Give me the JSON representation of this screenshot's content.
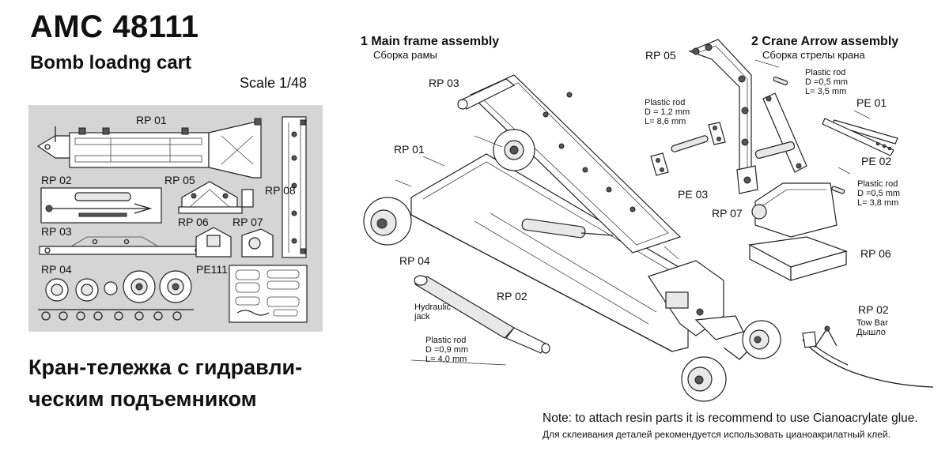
{
  "header": {
    "code": "AMC 48111",
    "product": "Bomb loadng cart",
    "scale": "Scale 1/48"
  },
  "sprue": {
    "labels": [
      "RP 01",
      "RP 02",
      "RP 05",
      "RP 08",
      "RP 03",
      "RP 06",
      "RP 07",
      "PE111",
      "RP 04"
    ]
  },
  "russian_title": {
    "line1": "Кран-тележка  с  гидравли-",
    "line2": "ческим подъемником"
  },
  "sections": {
    "main_frame": {
      "title": "1 Main frame assembly",
      "subtitle": "Сборка рамы"
    },
    "crane_arrow": {
      "title": "2 Crane Arrow assembly",
      "subtitle": "Сборка стрелы крана"
    }
  },
  "callouts": {
    "rp03": "RP 03",
    "rp01": "RP 01",
    "rp04": "RP 04",
    "rp02": "RP 02",
    "rp05": "RP 05",
    "pe03": "PE 03",
    "rp07": "RP 07",
    "pe01": "PE 01",
    "pe02": "PE 02",
    "rp06": "RP 06",
    "rp02_towbar": "RP 02"
  },
  "annotations": {
    "hydraulic_jack": [
      "Hydraulic",
      "jack"
    ],
    "rod_09": [
      "Plastic rod",
      "D =0,9 mm",
      "L= 4,0 mm"
    ],
    "rod_12": [
      "Plastic rod",
      "D = 1,2 mm",
      "L= 8,6 mm"
    ],
    "rod_05_35": [
      "Plastic rod",
      "D =0,5 mm",
      "L= 3,5 mm"
    ],
    "rod_05_38": [
      "Plastic rod",
      "D =0,5 mm",
      "L= 3,8 mm"
    ],
    "tow_bar": [
      "Tow Bar",
      "Дышло"
    ]
  },
  "notes": {
    "en": "Note: to attach resin parts it is recommend to use Cianoacrylate glue.",
    "ru": "Для склеивания деталей рекомендуется использовать цианоакрилатный клей."
  }
}
